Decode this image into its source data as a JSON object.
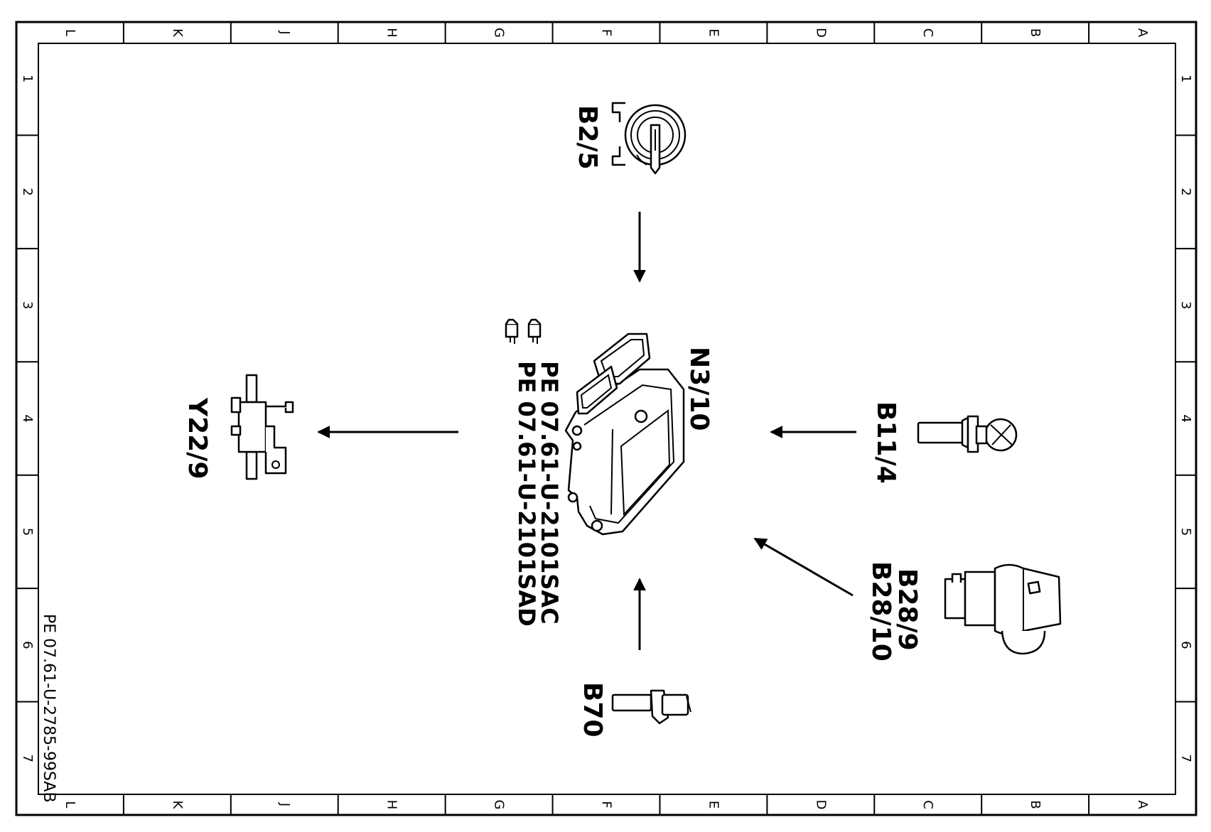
{
  "border": {
    "columns": [
      "L",
      "K",
      "J",
      "H",
      "G",
      "F",
      "E",
      "D",
      "C",
      "B",
      "A"
    ],
    "rows": [
      "1",
      "2",
      "3",
      "4",
      "5",
      "6",
      "7"
    ]
  },
  "document_id": "PE 07.61-U-2785-99SAB",
  "components": {
    "b2_5": "B2/5",
    "n3_10": "N3/10",
    "b11_4": "B11/4",
    "b28_9": "B28/9",
    "b28_10": "B28/10",
    "b70": "B70",
    "y22_9": "Y22/9"
  },
  "references": [
    {
      "icon": "pointing-hand-icon",
      "text": "PE  07.61-U-2101SAC"
    },
    {
      "icon": "pointing-hand-icon",
      "text": "PE  07.61-U-2101SAD"
    }
  ]
}
